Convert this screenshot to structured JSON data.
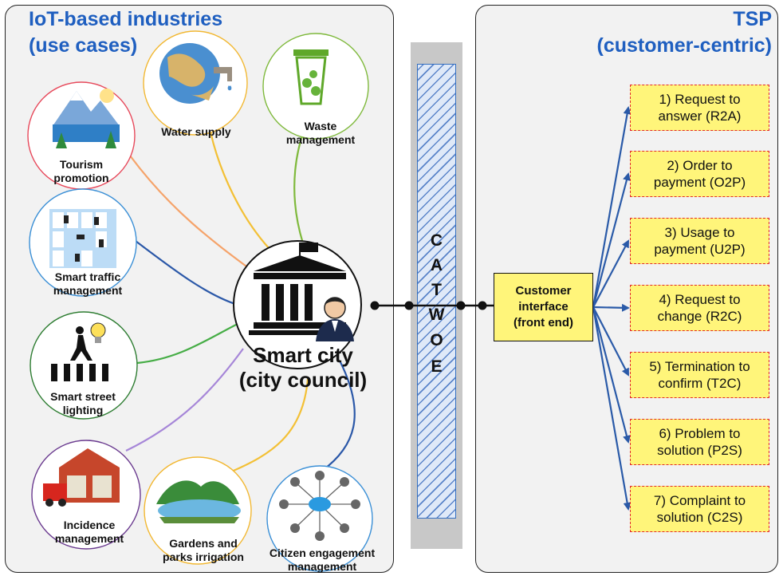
{
  "left_panel": {
    "title_line1": "IoT-based industries",
    "title_line2": "(use cases)",
    "use_cases": [
      {
        "id": "tourism",
        "label_lines": [
          "Tourism",
          "promotion"
        ]
      },
      {
        "id": "water",
        "label_lines": [
          "Water supply"
        ]
      },
      {
        "id": "waste",
        "label_lines": [
          "Waste",
          "management"
        ]
      },
      {
        "id": "traffic",
        "label_lines": [
          "Smart traffic",
          "management"
        ]
      },
      {
        "id": "lighting",
        "label_lines": [
          "Smart street",
          "lighting"
        ]
      },
      {
        "id": "incidence",
        "label_lines": [
          "Incidence",
          "management"
        ]
      },
      {
        "id": "gardens",
        "label_lines": [
          "Gardens and",
          "parks irrigation"
        ]
      },
      {
        "id": "citizen",
        "label_lines": [
          "Citizen engagement",
          "management"
        ]
      }
    ],
    "center_line1": "Smart city",
    "center_line2": "(city council)"
  },
  "catwoe": {
    "letters": [
      "C",
      "A",
      "T",
      "W",
      "O",
      "E"
    ]
  },
  "customer_interface": {
    "lines": [
      "Customer",
      "interface",
      "(front end)"
    ]
  },
  "right_panel": {
    "title_line1": "TSP",
    "title_line2": "(customer-centric)",
    "processes": [
      {
        "line1": "1) Request to",
        "line2": "answer (R2A)"
      },
      {
        "line1": "2) Order to",
        "line2": "payment (O2P)"
      },
      {
        "line1": "3) Usage to",
        "line2": "payment (U2P)"
      },
      {
        "line1": "4) Request to",
        "line2": "change (R2C)"
      },
      {
        "line1": "5) Termination to",
        "line2": "confirm (T2C)"
      },
      {
        "line1": "6) Problem to",
        "line2": "solution (P2S)"
      },
      {
        "line1": "7) Complaint to",
        "line2": "solution (C2S)"
      }
    ]
  },
  "colors": {
    "title_blue": "#1f5fc0",
    "box_yellow": "#fff57a",
    "box_border_red": "#e2252e",
    "arrow_blue": "#2a5aa8",
    "panel_grey": "#f2f2f2",
    "connector_tourism": "#f5a36a",
    "connector_water": "#f3c035",
    "connector_waste": "#7fb93c",
    "connector_traffic": "#2b58a8",
    "connector_lighting": "#46ad46",
    "connector_incidence": "#a686d8",
    "connector_gardens": "#f3c035",
    "connector_citizen": "#2b58a8"
  },
  "icons": [
    "mountain-lake-icon",
    "globe-faucet-icon",
    "recycle-bin-icon",
    "traffic-grid-icon",
    "pedestrian-bulb-icon",
    "fire-station-icon",
    "park-pond-icon",
    "cloud-network-icon",
    "city-hall-icon",
    "council-person-icon"
  ]
}
